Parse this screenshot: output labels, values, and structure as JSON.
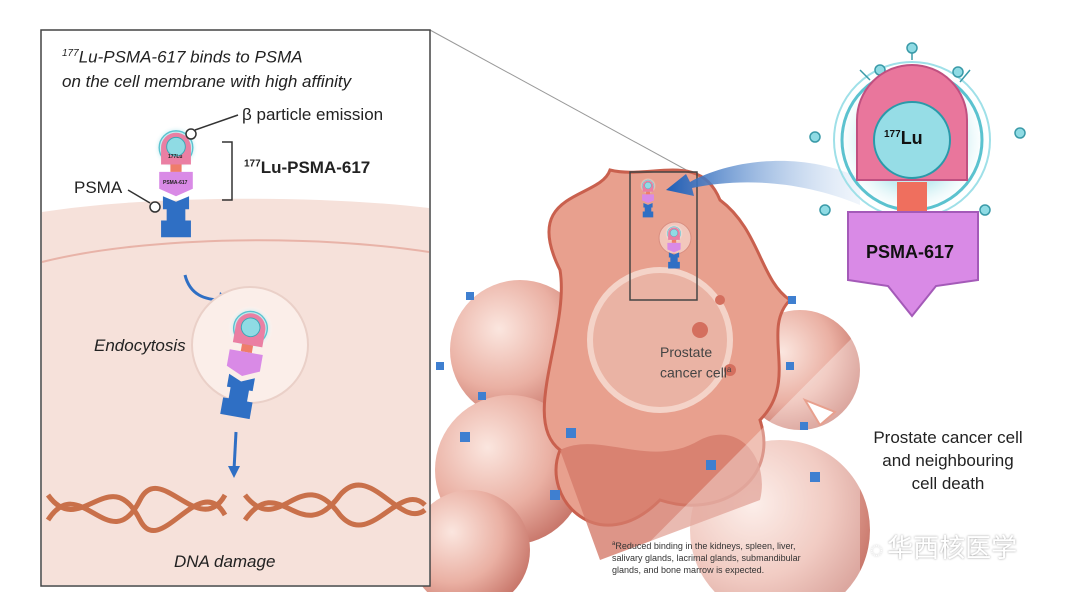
{
  "panel": {
    "title_sup": "177",
    "title_line1": "Lu-PSMA-617 binds to PSMA",
    "title_line2": "on the cell membrane with high affinity",
    "beta_label": "β particle emission",
    "compound_sup": "177",
    "compound_label": "Lu-PSMA-617",
    "psma_label": "PSMA",
    "endocytosis_label": "Endocytosis",
    "dna_label": "DNA damage",
    "mini_lu": "177Lu",
    "mini_psma": "PSMA-617"
  },
  "illustration": {
    "cell_label_line1": "Prostate",
    "cell_label_line2": "cancer cell",
    "cell_label_sup": "a",
    "outcome_line1": "Prostate cancer cell",
    "outcome_line2": "and neighbouring",
    "outcome_line3": "cell death",
    "footnote_sup": "a",
    "footnote_line1": "Reduced binding in the kidneys, spleen, liver,",
    "footnote_line2": "salivary glands, lacrimal glands, submandibular",
    "footnote_line3": "glands, and bone marrow is expected."
  },
  "zoomed_molecule": {
    "lu_sup": "177",
    "lu_label": "Lu",
    "psma_label": "PSMA-617"
  },
  "watermark": "华西核医学",
  "colors": {
    "psma_blue": "#2f6fc4",
    "lu_pink": "#e8799e",
    "psma617_purple": "#d98ae6",
    "cell": "#e8a59a",
    "teal": "#5bc2cf"
  }
}
